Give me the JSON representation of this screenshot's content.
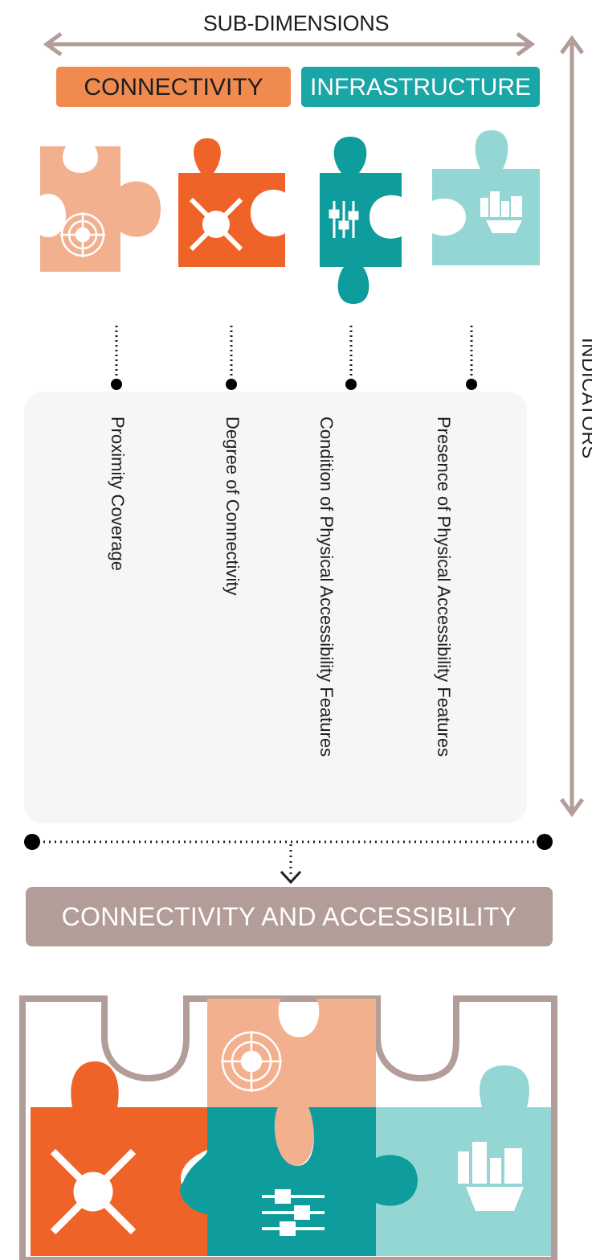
{
  "header": {
    "sub_dimensions_label": "SUB-DIMENSIONS",
    "indicators_label": "INDICATORS"
  },
  "sub_dimensions": [
    {
      "label": "CONNECTIVITY",
      "color": "#f08a4f"
    },
    {
      "label": "INFRASTRUCTURE",
      "color": "#1aa5a6"
    }
  ],
  "indicators": [
    {
      "label": "Proximity Coverage",
      "icon": "radar-icon",
      "color": "#f3b08f"
    },
    {
      "label": "Degree of Connectivity",
      "icon": "compass-arrows-icon",
      "color": "#ef6328"
    },
    {
      "label": "Condition of Physical Accessibility Features",
      "icon": "sliders-icon",
      "color": "#0e9c9c"
    },
    {
      "label": "Presence of Physical Accessibility Features",
      "icon": "city-gear-icon",
      "color": "#93d6d4"
    }
  ],
  "result": {
    "label": "CONNECTIVITY AND ACCESSIBILITY",
    "color": "#b39d98"
  }
}
